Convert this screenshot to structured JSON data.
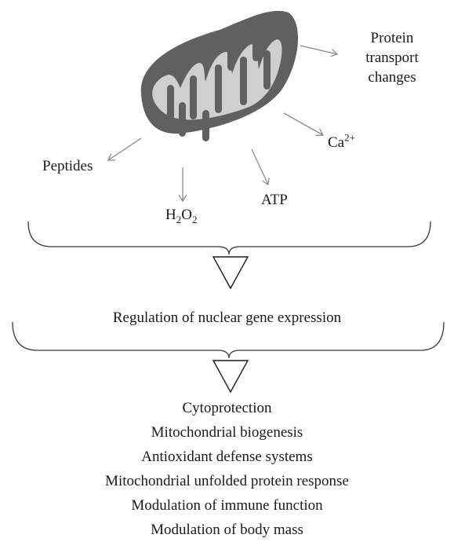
{
  "diagram": {
    "products": {
      "protein_transport": [
        "Protein",
        "transport",
        "changes"
      ],
      "calcium": {
        "base": "Ca",
        "charge": "2+"
      },
      "peptides": "Peptides",
      "h2o2": {
        "h": "H",
        "h_sub": "2",
        "o": "O",
        "o_sub": "2"
      },
      "atp": "ATP"
    },
    "regulation": "Regulation of nuclear gene expression",
    "outcomes": [
      "Cytoprotection",
      "Mitochondrial biogenesis",
      "Antioxidant defense systems",
      "Mitochondrial unfolded protein response",
      "Modulation of immune function",
      "Modulation of body mass"
    ],
    "colors": {
      "mitochondrion_outer": "#606060",
      "mitochondrion_inner": "#cfcfcf",
      "arrow": "#8a8a8a",
      "bracket": "#3a3a3a",
      "text": "#1a1a1a"
    }
  }
}
